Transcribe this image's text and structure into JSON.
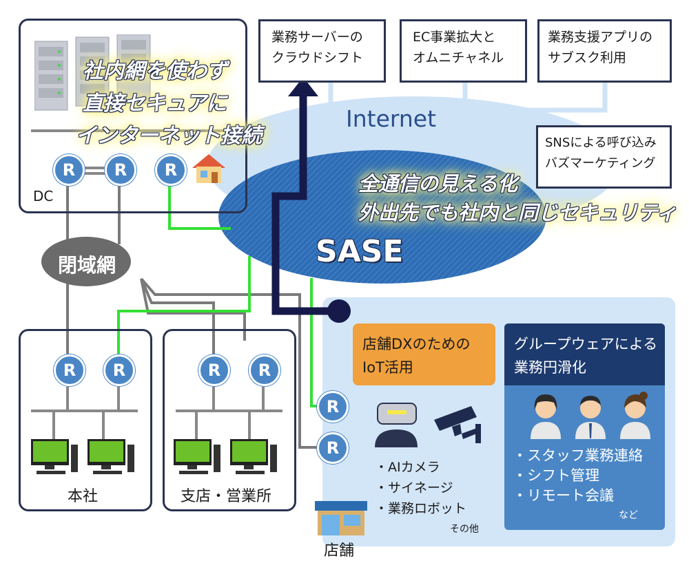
{
  "cloud_boxes": [
    "業務サーバーの\nクラウドシフト",
    "EC事業拡大と\nオムニチャネル",
    "業務支援アプリの\nサブスク利用",
    "SNSによる呼び込み\nバズマーケティング"
  ],
  "internet_label": "Internet",
  "sase_label": "SASE",
  "sase_benefits": [
    "全通信の見える化",
    "外出先でも社内と同じセキュリティ"
  ],
  "dc": {
    "label": "DC",
    "benefit_lines": [
      "社内網を使わず",
      "直接セキュアに",
      "インターネット接続"
    ]
  },
  "router_label": "R",
  "closed_network_label": "閉域網",
  "honsha_label": "本社",
  "branch_label": "支店・営業所",
  "store": {
    "label": "店舗",
    "iot_title": [
      "店舗DXのための",
      "IoT活用"
    ],
    "iot_items": [
      "・AIカメラ",
      "・サイネージ",
      "・業務ロボット"
    ],
    "iot_more": "その他",
    "groupware_title": [
      "グループウェアによる",
      "業務円滑化"
    ],
    "groupware_items": [
      "・スタッフ業務連絡",
      "・シフト管理",
      "・リモート会議"
    ],
    "groupware_more": "など"
  },
  "colors": {
    "frame": "#2a3350",
    "router": "#4a86c5",
    "sase": "#2e6db5",
    "internet": "#cfe3f7",
    "green_line": "#33e033",
    "navy_arrow": "#151a4a",
    "store_area": "#d3e6f8",
    "orange": "#f0a03c",
    "groupware": "#4a86c5",
    "groupware_header": "#1d3a6e",
    "closed_network": "#6b6b6b"
  }
}
